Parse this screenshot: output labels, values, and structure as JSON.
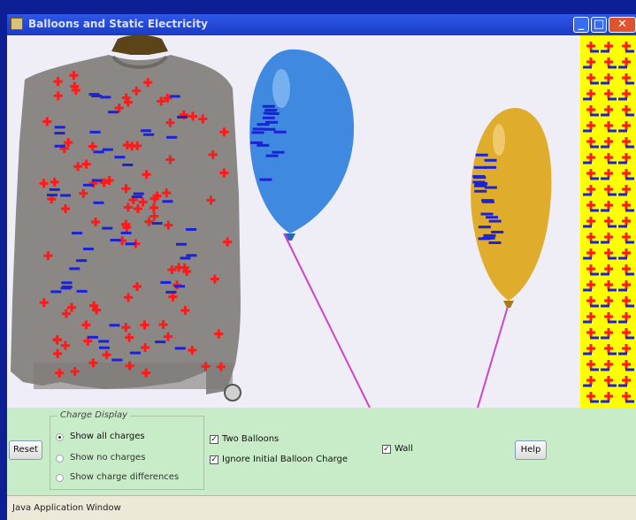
{
  "window": {
    "title": "Balloons and Static Electricity",
    "buttons": {
      "minimize": "_",
      "maximize": "□",
      "close": "✕"
    }
  },
  "colors": {
    "positive": "#ff1a1a",
    "negative": "#1a23d6",
    "wall": "#ffff00",
    "panel": "#c8ecc8",
    "blue_balloon": "#3f8ae0",
    "yellow_balloon": "#e0ac2c",
    "string": "#cc44cc"
  },
  "controls": {
    "reset_label": "Reset",
    "charge_display": {
      "legend": "Charge Display",
      "options": [
        "Show all charges",
        "Show no charges",
        "Show charge differences"
      ],
      "selected_index": 0
    },
    "two_balloons": {
      "label": "Two Balloons",
      "checked": true
    },
    "ignore_initial": {
      "label": "Ignore Initial Balloon Charge",
      "checked": true
    },
    "wall": {
      "label": "Wall",
      "checked": true
    },
    "help_label": "Help",
    "check_mark": "✓"
  },
  "status": {
    "text": "Java Application Window"
  }
}
